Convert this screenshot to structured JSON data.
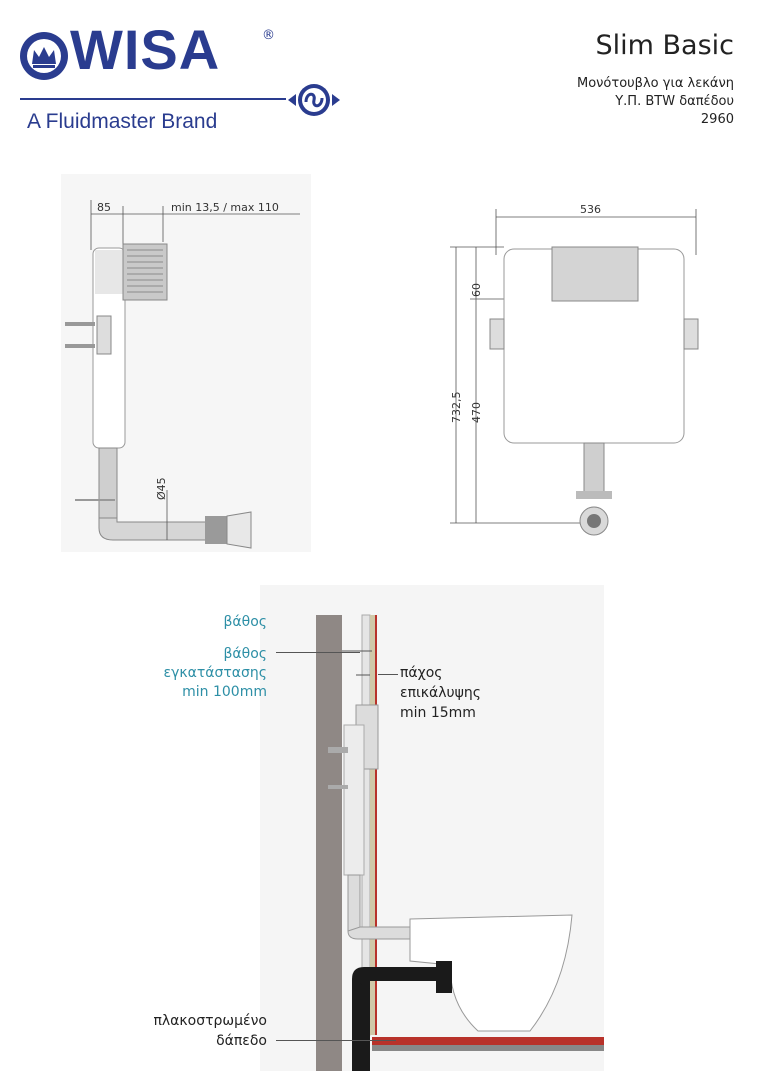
{
  "header": {
    "logo_text": "WISA",
    "logo_registered": "®",
    "brand_line": "A Fluidmaster Brand",
    "product_title": "Slim Basic",
    "subtitle_1": "Μονότουβλο για λεκάνη",
    "subtitle_2": "Υ.Π. BTW δαπέδου",
    "product_code": "2960"
  },
  "colors": {
    "brand_blue": "#2a3c8f",
    "accent_teal": "#2d8fa6",
    "wall_gray": "#8f8885",
    "tile_red": "#b8322a"
  },
  "side_view": {
    "dim_top_left": "85",
    "dim_top_right": "min 13,5 / max 110",
    "dim_pipe": "Ø45"
  },
  "front_view": {
    "dim_width": "536",
    "dim_60": "60",
    "dim_height_total": "732,5",
    "dim_470": "470"
  },
  "section_view": {
    "label_depth": "βάθος",
    "label_install_1": "βάθος",
    "label_install_2": "εγκατάστασης",
    "label_install_3": "min 100mm",
    "label_cover_1": "πάχος",
    "label_cover_2": "επικάλυψης",
    "label_cover_3": "min 15mm",
    "label_floor_1": "πλακοστρωμένο",
    "label_floor_2": "δάπεδο"
  }
}
